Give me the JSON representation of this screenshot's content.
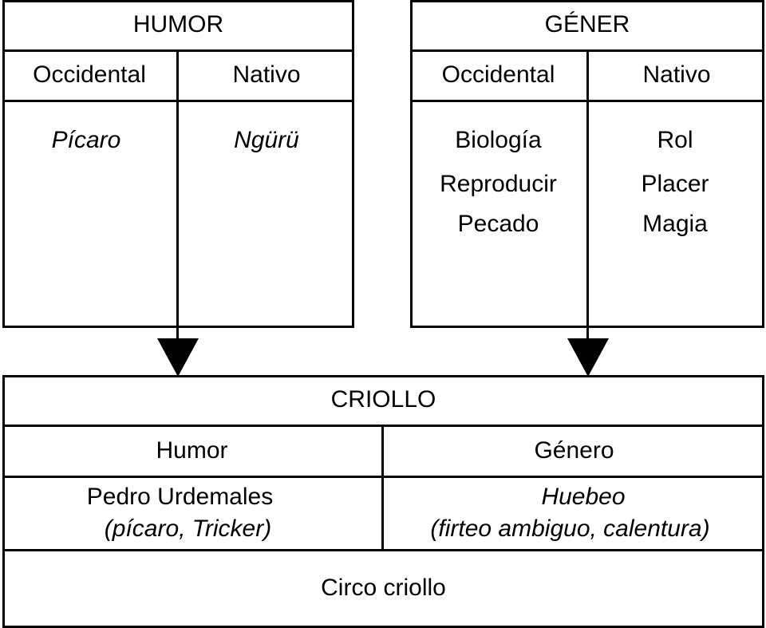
{
  "humor_box": {
    "title": "HUMOR",
    "col_left": "Occidental",
    "col_right": "Nativo",
    "left_items": [
      "Pícaro"
    ],
    "right_items": [
      "Ngürü"
    ]
  },
  "gener_box": {
    "title": "GÉNER",
    "col_left": "Occidental",
    "col_right": "Nativo",
    "left_items": [
      "Biología",
      "Reproducir",
      "Pecado"
    ],
    "right_items": [
      "Rol",
      "Placer",
      "Magia"
    ]
  },
  "criollo_box": {
    "title": "CRIOLLO",
    "col_left": "Humor",
    "col_right": "Género",
    "left_main": "Pedro Urdemales",
    "left_sub": "(pícaro, Tricker)",
    "right_main": "Huebeo",
    "right_sub": "(firteo ambiguo, calentura)",
    "footer": "Circo criollo"
  }
}
